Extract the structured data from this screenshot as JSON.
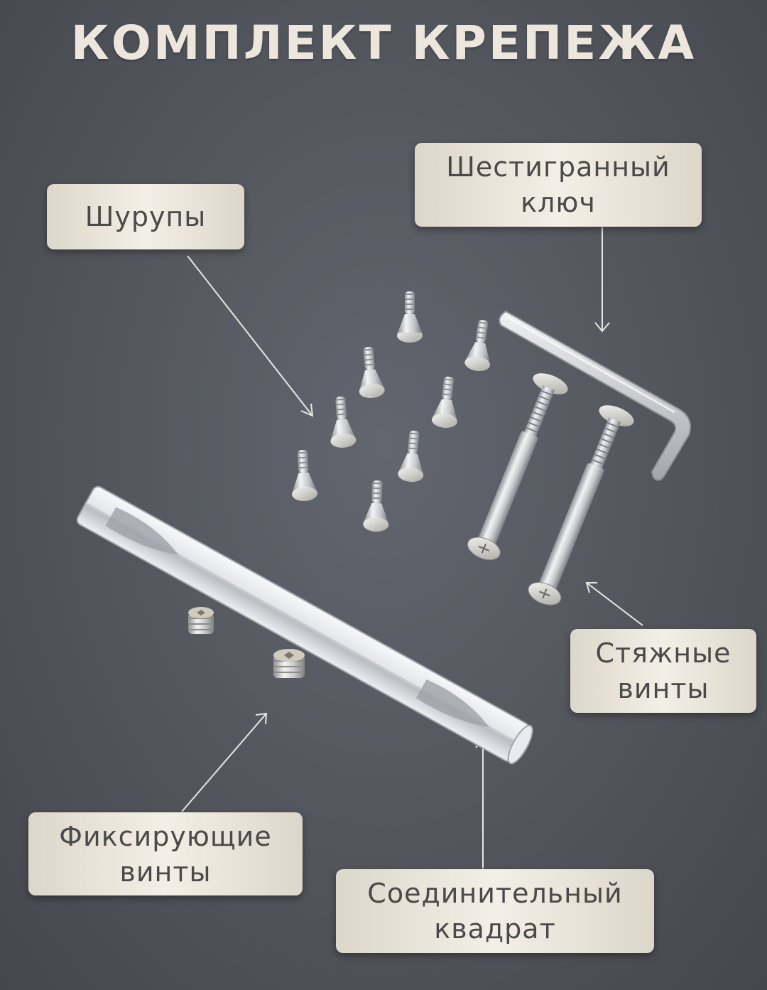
{
  "title": "КОМПЛЕКТ КРЕПЕЖА",
  "labels": {
    "screws": {
      "line1": "Шурупы"
    },
    "hex_key": {
      "line1": "Шестигранный",
      "line2": "ключ"
    },
    "tie_screws": {
      "line1": "Стяжные",
      "line2": "винты"
    },
    "set_screws": {
      "line1": "Фиксирующие",
      "line2": "винты"
    },
    "spindle": {
      "line1": "Соединительный",
      "line2": "квадрат"
    }
  },
  "colors": {
    "background": "#55585f",
    "title": "#ece6dc",
    "label_bg": "#f4efe6",
    "label_text": "#4a4a4a",
    "metal": "#d6d8dc"
  }
}
